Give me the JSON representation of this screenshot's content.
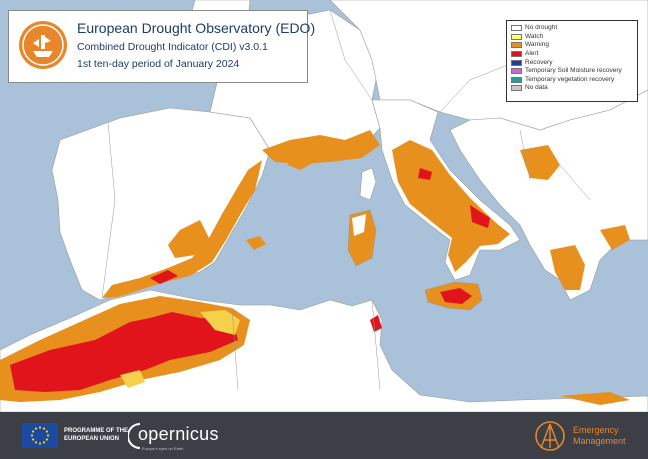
{
  "title": {
    "heading": "European Drought Observatory (EDO)",
    "indicator": "Combined Drought Indicator (CDI) v3.0.1",
    "period": "1st ten-day period of January 2024"
  },
  "legend": {
    "items": [
      {
        "label": "No drought",
        "color": "#ffffff"
      },
      {
        "label": "Watch",
        "color": "#ffff66"
      },
      {
        "label": "Warning",
        "color": "#e8901e"
      },
      {
        "label": "Alert",
        "color": "#e0141a"
      },
      {
        "label": "Recovery",
        "color": "#1f3f9e"
      },
      {
        "label": "Temporary Soil Moisture recovery",
        "color": "#c86ac8"
      },
      {
        "label": "Temporary vegetation recovery",
        "color": "#1ea09a"
      },
      {
        "label": "No data",
        "color": "#c8c8c8"
      }
    ]
  },
  "map": {
    "colors": {
      "sea": "#a9c2da",
      "no_drought": "#ffffff",
      "watch": "#f5d04a",
      "warning": "#e8901e",
      "alert": "#e0141a",
      "no_data": "#c8c8c8",
      "border": "#9a9a9a"
    }
  },
  "footer": {
    "eu_line1": "PROGRAMME OF THE",
    "eu_line2": "EUROPEAN UNION",
    "copernicus": "opernicus",
    "copernicus_sub": "Europe's eyes on Earth",
    "em_line1": "Emergency",
    "em_line2": "Management"
  }
}
